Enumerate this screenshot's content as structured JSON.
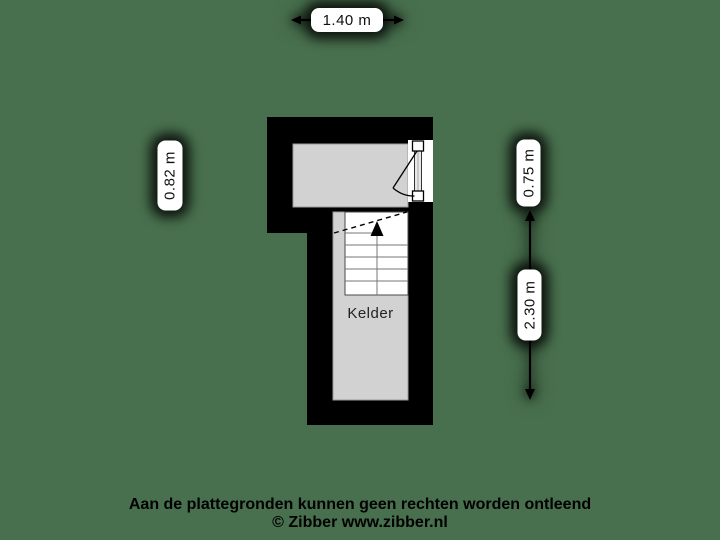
{
  "plan": {
    "room_label": "Kelder",
    "dimensions": {
      "width_top": "1.40 m",
      "height_left": "0.82 m",
      "height_right_upper": "0.75 m",
      "height_right_lower": "2.30 m"
    }
  },
  "footer": {
    "disclaimer": "Aan de plattegronden kunnen geen rechten worden ontleend",
    "copyright": "© Zibber www.zibber.nl"
  },
  "colors": {
    "background": "#48704e",
    "wall": "#000000",
    "room_fill": "#d2d2d2",
    "room_stroke": "#9a9a9a",
    "stairs_fill": "#ffffff",
    "line": "#777777",
    "label_bg": "#ffffff",
    "label_text": "#111111",
    "footer_text": "#000000"
  }
}
